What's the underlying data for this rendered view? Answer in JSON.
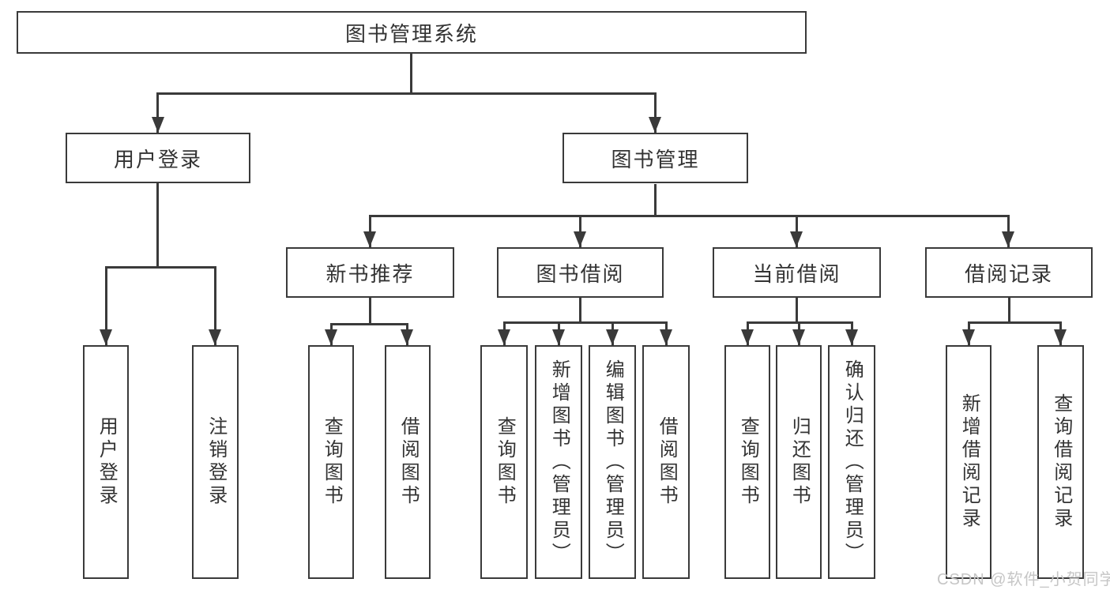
{
  "tree": {
    "label": "图书管理系统",
    "children": [
      {
        "label": "用户登录",
        "children": [
          {
            "label": "用户登录"
          },
          {
            "label": "注销登录"
          }
        ]
      },
      {
        "label": "图书管理",
        "children": [
          {
            "label": "新书推荐",
            "children": [
              {
                "label": "查询图书"
              },
              {
                "label": "借阅图书"
              }
            ]
          },
          {
            "label": "图书借阅",
            "children": [
              {
                "label": "查询图书"
              },
              {
                "label": "新增图书（管理员）"
              },
              {
                "label": "编辑图书（管理员）"
              },
              {
                "label": "借阅图书"
              }
            ]
          },
          {
            "label": "当前借阅",
            "children": [
              {
                "label": "查询图书"
              },
              {
                "label": "归还图书"
              },
              {
                "label": "确认归还（管理员）"
              }
            ]
          },
          {
            "label": "借阅记录",
            "children": [
              {
                "label": "新增借阅记录"
              },
              {
                "label": "查询借阅记录"
              }
            ]
          }
        ]
      }
    ]
  },
  "watermark": "CSDN @软件_小贺同学",
  "colors": {
    "line": "#3a3a3a",
    "box_border": "#3a3a3a",
    "text": "#333333",
    "watermark": "#c6c6c6",
    "background": "#ffffff"
  }
}
